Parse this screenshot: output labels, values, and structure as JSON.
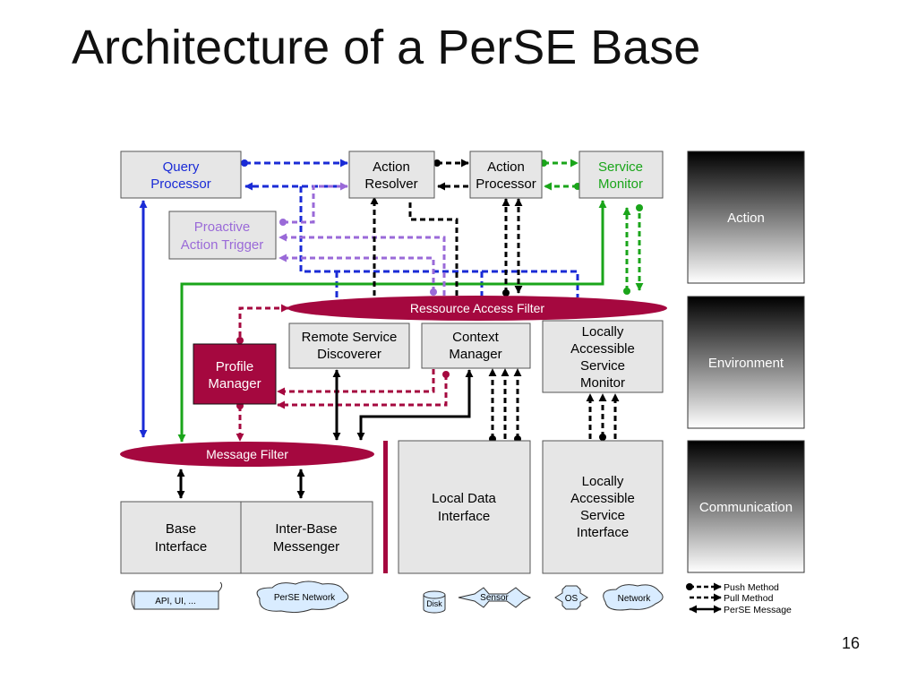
{
  "slide": {
    "title": "Architecture of a PerSE Base",
    "page_number": "16"
  },
  "colors": {
    "box_fill": "#e6e6e6",
    "box_stroke": "#555555",
    "crimson": "#a5083f",
    "blue": "#1a2bd6",
    "green": "#1aa51a",
    "purple": "#9a6ad8",
    "black": "#000000"
  },
  "boxes": {
    "query_processor": [
      "Query",
      "Processor"
    ],
    "action_resolver": [
      "Action",
      "Resolver"
    ],
    "action_processor": [
      "Action",
      "Processor"
    ],
    "service_monitor": [
      "Service",
      "Monitor"
    ],
    "proactive_trigger": [
      "Proactive",
      "Action Trigger"
    ],
    "remote_discoverer": [
      "Remote Service",
      "Discoverer"
    ],
    "context_manager": [
      "Context",
      "Manager"
    ],
    "local_service_monitor": [
      "Locally",
      "Accessible",
      "Service",
      "Monitor"
    ],
    "profile_manager": [
      "Profile",
      "Manager"
    ],
    "base_interface": [
      "Base",
      "Interface"
    ],
    "inter_base_messenger": [
      "Inter-Base",
      "Messenger"
    ],
    "local_data_interface": [
      "Local Data",
      "Interface"
    ],
    "local_service_interface": [
      "Locally",
      "Accessible",
      "Service",
      "Interface"
    ]
  },
  "filters": {
    "resource_access": "Ressource Access Filter",
    "message": "Message Filter"
  },
  "layers": [
    "Action",
    "Environment",
    "Communication"
  ],
  "resources": {
    "scroll": "API, UI, ...",
    "perse_network": "PerSE Network",
    "disk": "Disk",
    "sensor": "Sensor",
    "os": "OS",
    "network": "Network"
  },
  "legend": {
    "push": "Push Method",
    "pull": "Pull Method",
    "message": "PerSE Message"
  }
}
